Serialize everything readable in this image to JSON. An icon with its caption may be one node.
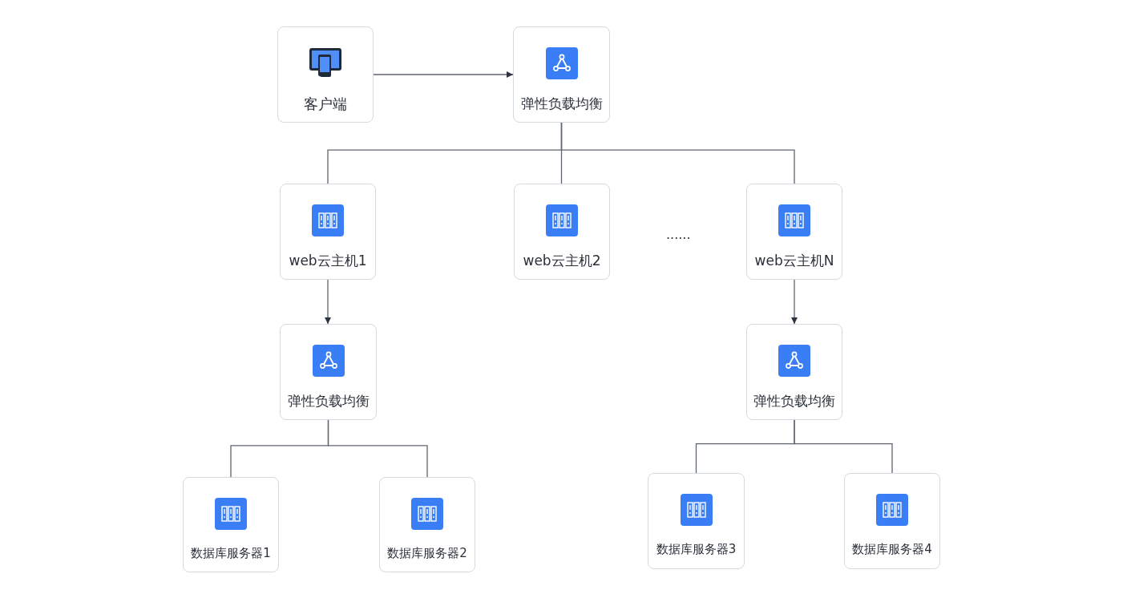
{
  "diagram": {
    "nodes": [
      {
        "text": [
          "客户端"
        ]
      },
      {
        "text": [
          "弹性负载均衡"
        ]
      },
      {
        "text": [
          "web云主机1"
        ]
      },
      {
        "text": [
          "web云主机2"
        ]
      },
      {
        "text": [
          "web云主机N"
        ]
      },
      {
        "text": [
          "弹性负载均衡"
        ]
      },
      {
        "text": [
          "弹性负载均衡"
        ]
      },
      {
        "text": [
          "数据库服务器1"
        ]
      },
      {
        "text": [
          "数据库服务器2"
        ]
      },
      {
        "text": [
          "数据库服务器3"
        ]
      },
      {
        "text": [
          "数据库服务器4"
        ]
      }
    ],
    "edges": [
      {
        "from": 0,
        "to": 1,
        "arrow": "to"
      },
      {
        "from": 1,
        "to": 2,
        "arrow": "none"
      },
      {
        "from": 1,
        "to": 3,
        "arrow": "none"
      },
      {
        "from": 1,
        "to": 4,
        "arrow": "none"
      },
      {
        "from": 2,
        "to": 5,
        "arrow": "to"
      },
      {
        "from": 4,
        "to": 6,
        "arrow": "to"
      },
      {
        "from": 5,
        "to": 7,
        "arrow": "none"
      },
      {
        "from": 5,
        "to": 8,
        "arrow": "none"
      },
      {
        "from": 6,
        "to": 9,
        "arrow": "none"
      },
      {
        "from": 6,
        "to": 10,
        "arrow": "none"
      }
    ],
    "labels": [
      "......"
    ]
  }
}
